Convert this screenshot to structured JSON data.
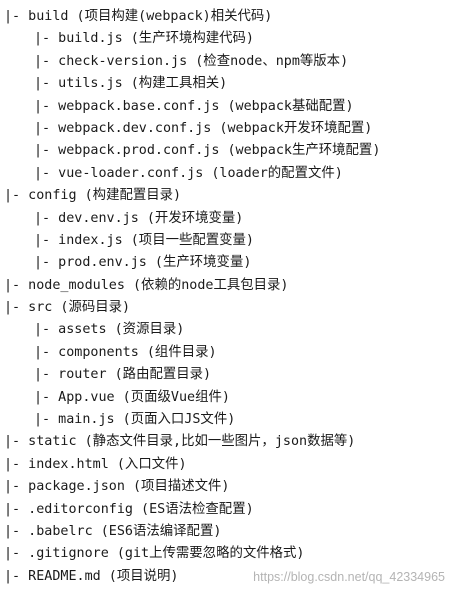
{
  "tree": {
    "lines": [
      {
        "level": 0,
        "text": "|- build (项目构建(webpack)相关代码)"
      },
      {
        "level": 1,
        "text": "|- build.js (生产环境构建代码)"
      },
      {
        "level": 1,
        "text": "|- check-version.js (检查node、npm等版本)"
      },
      {
        "level": 1,
        "text": "|- utils.js (构建工具相关)"
      },
      {
        "level": 1,
        "text": "|- webpack.base.conf.js  (webpack基础配置)"
      },
      {
        "level": 1,
        "text": "|- webpack.dev.conf.js  (webpack开发环境配置)"
      },
      {
        "level": 1,
        "text": "|- webpack.prod.conf.js (webpack生产环境配置)"
      },
      {
        "level": 1,
        "text": "|- vue-loader.conf.js (loader的配置文件)"
      },
      {
        "level": 0,
        "text": "|- config (构建配置目录)"
      },
      {
        "level": 1,
        "text": "|- dev.env.js (开发环境变量)"
      },
      {
        "level": 1,
        "text": "|- index.js (项目一些配置变量)"
      },
      {
        "level": 1,
        "text": "|- prod.env.js (生产环境变量)"
      },
      {
        "level": 0,
        "text": "|- node_modules (依赖的node工具包目录)"
      },
      {
        "level": 0,
        "text": "|- src (源码目录)"
      },
      {
        "level": 1,
        "text": "|- assets (资源目录)"
      },
      {
        "level": 1,
        "text": "|- components (组件目录)"
      },
      {
        "level": 1,
        "text": "|- router (路由配置目录)"
      },
      {
        "level": 1,
        "text": "|- App.vue (页面级Vue组件)"
      },
      {
        "level": 1,
        "text": "|- main.js (页面入口JS文件)"
      },
      {
        "level": 0,
        "text": "|- static (静态文件目录,比如一些图片，json数据等)"
      },
      {
        "level": 0,
        "text": "|- index.html (入口文件)"
      },
      {
        "level": 0,
        "text": "|- package.json (项目描述文件)"
      },
      {
        "level": 0,
        "text": "|- .editorconfig (ES语法检查配置)"
      },
      {
        "level": 0,
        "text": "|- .babelrc (ES6语法编译配置)"
      },
      {
        "level": 0,
        "text": "|- .gitignore (git上传需要忽略的文件格式)"
      },
      {
        "level": 0,
        "text": "|- README.md (项目说明)"
      }
    ]
  },
  "watermark": {
    "text": "https://blog.csdn.net/qq_42334965"
  }
}
